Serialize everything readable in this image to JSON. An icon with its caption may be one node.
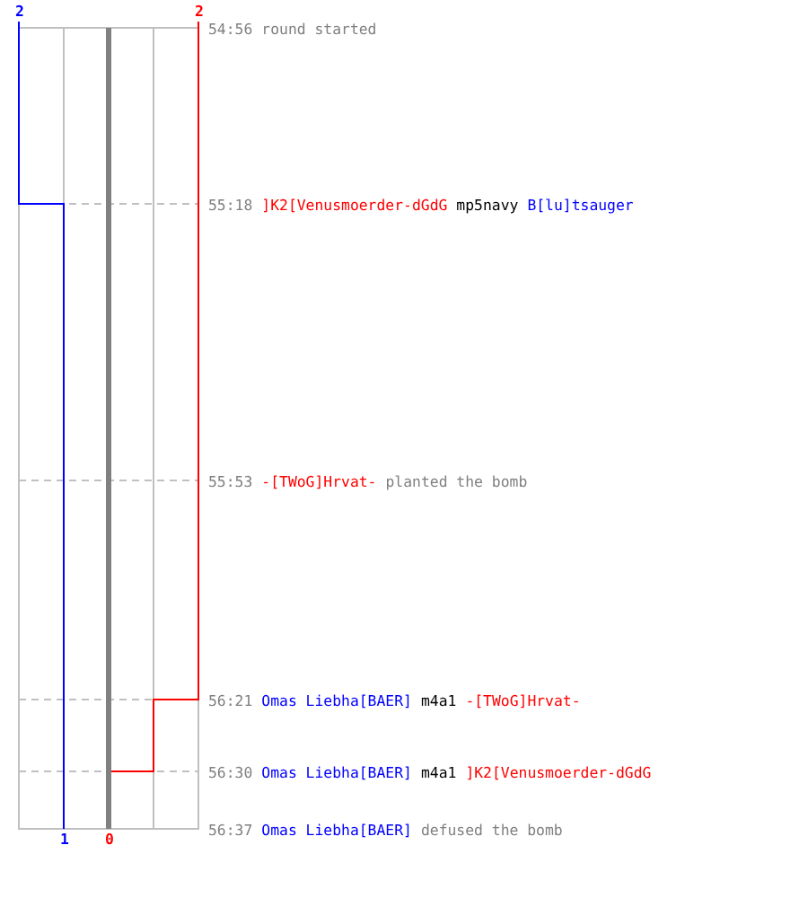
{
  "diagram": {
    "labels": [
      "2",
      "2",
      "54:56",
      "round started",
      "55:18",
      "]K2[Venusmoerder-dGdG",
      "mp5navy",
      "B[lu]tsauger",
      "55:53",
      "-[TWoG]Hrvat-",
      "planted the bomb",
      "56:21",
      "Omas Liebha[BAER]",
      "m4a1",
      "-[TWoG]Hrvat-",
      "56:30",
      "Omas Liebha[BAER]",
      "m4a1",
      "]K2[Venusmoerder-dGdG",
      "56:37",
      "Omas Liebha[BAER]",
      "defused the bomb",
      "1",
      "0"
    ]
  }
}
